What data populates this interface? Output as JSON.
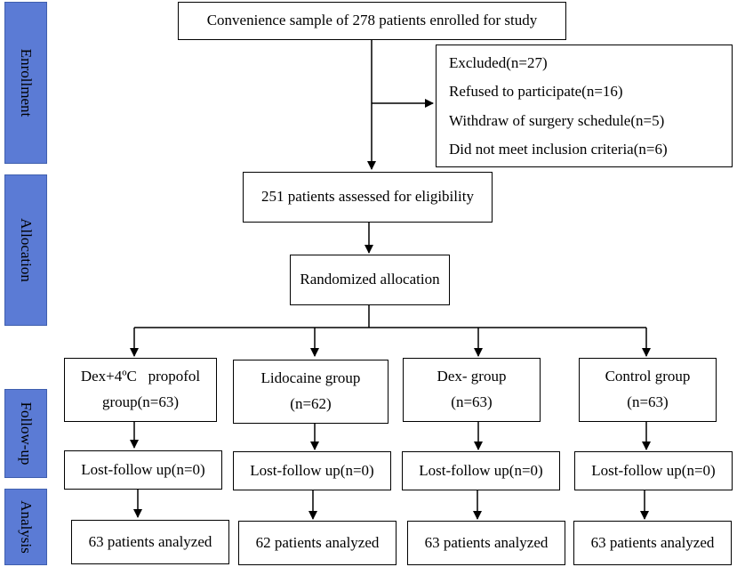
{
  "stages": {
    "enrollment": "Enrollment",
    "allocation": "Allocation",
    "follow_up": "Follow-up",
    "analysis": "Analysis"
  },
  "enrolled": "Convenience sample of 278 patients enrolled for study",
  "excluded": {
    "title": "Excluded(n=27)",
    "reasons": [
      "Refused to participate(n=16)",
      "Withdraw of surgery schedule(n=5)",
      "Did not meet inclusion criteria(n=6)"
    ]
  },
  "assessed": "251 patients assessed for eligibility",
  "randomized": "Randomized allocation",
  "groups": [
    {
      "line1": "Dex+4ºC   propofol",
      "line2": "group(n=63)",
      "lost": "Lost-follow up(n=0)",
      "analyzed": "63 patients analyzed"
    },
    {
      "line1": "Lidocaine group",
      "line2": "(n=62)",
      "lost": "Lost-follow up(n=0)",
      "analyzed": "62 patients analyzed"
    },
    {
      "line1": "Dex- group",
      "line2": "(n=63)",
      "lost": "Lost-follow up(n=0)",
      "analyzed": "63 patients analyzed"
    },
    {
      "line1": "Control group",
      "line2": "(n=63)",
      "lost": "Lost-follow up(n=0)",
      "analyzed": "63 patients analyzed"
    }
  ],
  "colors": {
    "stage_fill": "#5b7bd5",
    "stage_border": "#3f5fae",
    "line": "#000000"
  }
}
